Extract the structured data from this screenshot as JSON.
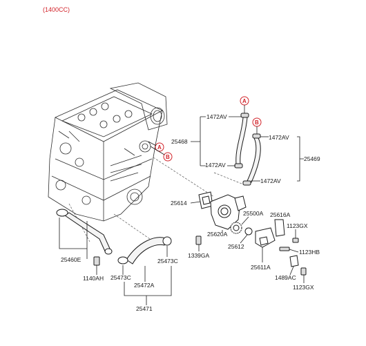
{
  "title": "(1400CC)",
  "callouts": [
    "A",
    "B"
  ],
  "labels": {
    "p1472av_1": "1472AV",
    "p1472av_2": "1472AV",
    "p1472av_3": "1472AV",
    "p1472av_4": "1472AV",
    "p25468": "25468",
    "p25469": "25469",
    "p25614": "25614",
    "p25500a": "25500A",
    "p25616a": "25616A",
    "p1123gx_1": "1123GX",
    "p25620a": "25620A",
    "p25612": "25612",
    "p1123hb": "1123HB",
    "p25611a": "25611A",
    "p1489ac": "1489AC",
    "p1123gx_2": "1123GX",
    "p1339ga": "1339GA",
    "p25460e": "25460E",
    "p1140ah": "1140AH",
    "p25473c_1": "25473C",
    "p25473c_2": "25473C",
    "p25472a": "25472A",
    "p25471": "25471"
  },
  "colors": {
    "accent": "#d2232a",
    "ink": "#1a1a1a"
  }
}
